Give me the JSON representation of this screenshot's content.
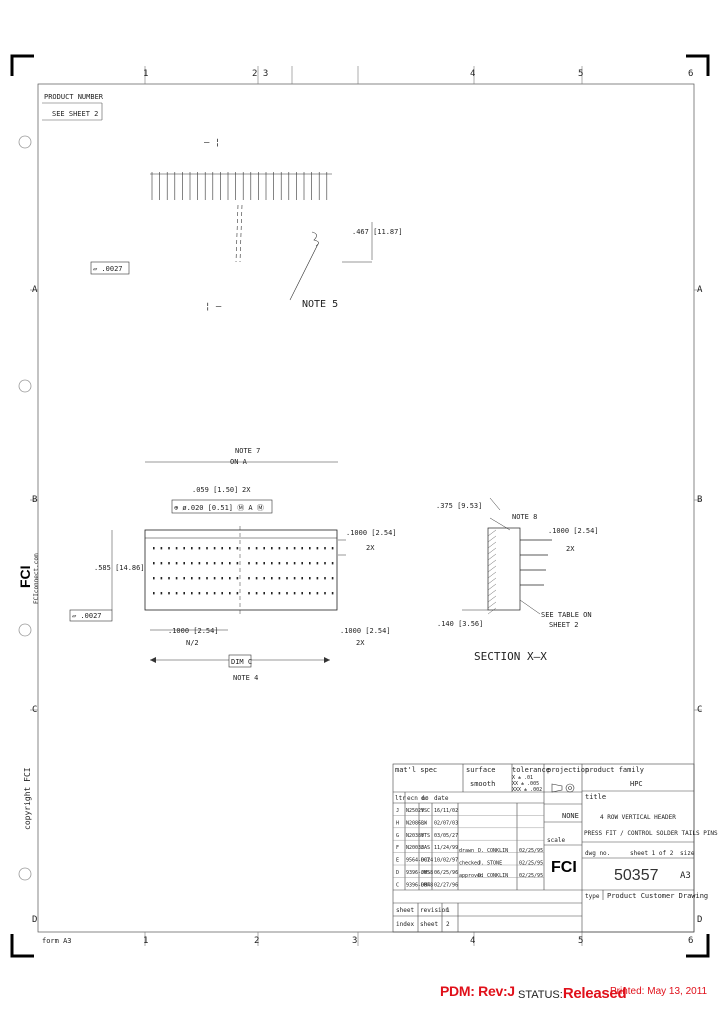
{
  "border": {
    "top_columns": [
      "1",
      "2 3",
      "4",
      "5",
      "6"
    ],
    "bottom_columns": [
      "1",
      "2",
      "3",
      "4",
      "5",
      "6"
    ],
    "rows": [
      "A",
      "B",
      "C",
      "D"
    ],
    "form_label": "form A3"
  },
  "side_text": {
    "copyright": "copyright FCI",
    "website": "FCIconnect.com",
    "logo": "FCI"
  },
  "product_number": {
    "label": "PRODUCT NUMBER",
    "value": "SEE SHEET 2"
  },
  "top_view": {
    "section_marker_top": "— ¦",
    "section_marker_bottom": "¦ —",
    "height_dim": ".467 [11.87]",
    "flatness": "▱ .0027",
    "note": "NOTE 5"
  },
  "front_view": {
    "note_top": "NOTE 7",
    "note_top_sub": "ON A",
    "position_dim": ".059 [1.50]",
    "position_dim_tail": "2X",
    "fcf": "⊕ ø.020 [0.51] Ⓜ A Ⓜ",
    "pitch_vertical": ".1000 [2.54]",
    "pitch_vertical_tail": "2X",
    "height_dim": ".585 [14.86]",
    "straightness": "▱ .0027",
    "pitch_horizontal": ".1000 [2.54]",
    "pitch_horizontal_tail": "N/2",
    "end_dim": ".1000 [2.54]",
    "end_dim_tail": "2X",
    "length_box": "DIM C",
    "note_bottom": "NOTE 4"
  },
  "section_view": {
    "depth_dim": ".375 [9.53]",
    "note": "NOTE 8",
    "pitch": ".1000 [2.54]",
    "pitch_tail": "2X",
    "tail_dim": ".140 [3.56]",
    "see_table": "SEE TABLE ON",
    "see_table_2": "SHEET 2",
    "caption": "SECTION X–X"
  },
  "title_block": {
    "mat_spec": "mat'l spec",
    "surface": "surface",
    "surface_2": "smooth",
    "tolerance": "tolerance",
    "tolerance_vals": [
      "X ± .01",
      "XX ± .005",
      "XXX ± .002"
    ],
    "projection": "projection",
    "product_family": "product family",
    "product_family_value": "HPC",
    "title_label": "title",
    "title_line_1": "4 ROW VERTICAL HEADER",
    "title_line_2": "PRESS FIT / CONTROL SOLDER TAILS PINS",
    "scale_label": "scale",
    "scale_value": "NONE",
    "size_label": "size",
    "size_value": "A3",
    "drawing_label": "dwg no.",
    "drawing_number": "50357",
    "revision_value": "J",
    "sheet_label": "sheet 1 of 2",
    "logo": "FCI",
    "type_label": "type",
    "type_value": "Product Customer Drawing",
    "revision_header": [
      "ltr",
      "ecn no",
      "dr",
      "date"
    ],
    "revisions": [
      {
        "ltr": "J",
        "ecn": "N25029",
        "dr": "YSC",
        "date": "16/11/02"
      },
      {
        "ltr": "H",
        "ecn": "N20863",
        "dr": "LW",
        "date": "02/07/03"
      },
      {
        "ltr": "G",
        "ecn": "N20380",
        "dr": "YTS",
        "date": "03/05/27"
      },
      {
        "ltr": "F",
        "ecn": "N20038",
        "dr": "JAS",
        "date": "11/24/99"
      },
      {
        "ltr": "E",
        "ecn": "9564-0024",
        "dr": "DCT",
        "date": "10/02/97"
      },
      {
        "ltr": "D",
        "ecn": "9396-0058",
        "dr": "JWS",
        "date": "06/25/96"
      },
      {
        "ltr": "C",
        "ecn": "9396-0048",
        "dr": "DMF",
        "date": "02/27/96"
      }
    ],
    "signoffs": [
      {
        "role": "drawn",
        "name": "D. CONKLIN",
        "date": "02/25/95"
      },
      {
        "role": "checked",
        "name": "J. STONE",
        "date": "02/25/95"
      },
      {
        "role": "approved",
        "name": "D. CONKLIN",
        "date": "02/25/95"
      }
    ],
    "sheet_rev_label": "sheet",
    "revision_row_label": "revision",
    "index_label": "index",
    "index_sheet_label": "sheet",
    "index_values": [
      "1",
      "2"
    ]
  },
  "footer": {
    "pdm": "PDM: Rev:J",
    "status_label": "STATUS:",
    "status_value": "Released",
    "printed": "Printed: May 13, 2011"
  }
}
